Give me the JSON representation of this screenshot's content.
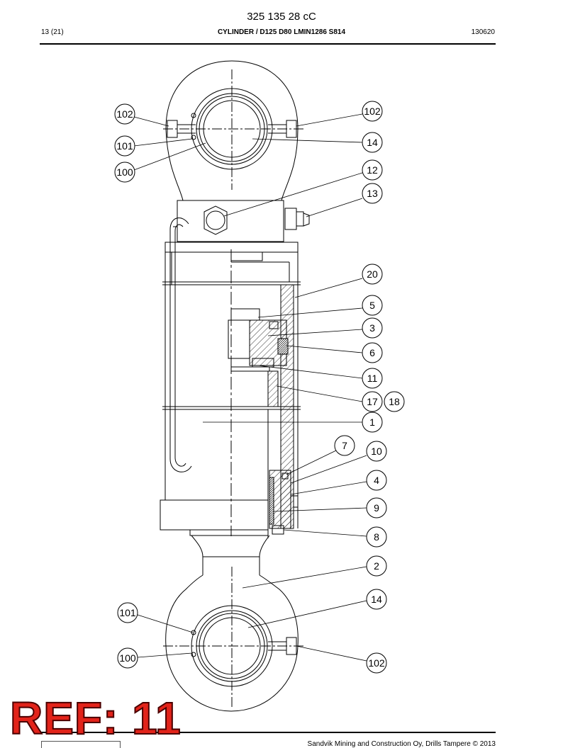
{
  "header": {
    "doc_number": "325 135 28 cC",
    "page": "13 (21)",
    "title": "CYLINDER / D125 D80 LMIN1286 S814",
    "date": "130620"
  },
  "callouts": {
    "c102a": "102",
    "c101a": "101",
    "c100a": "100",
    "c102b": "102",
    "c14a": "14",
    "c12": "12",
    "c13": "13",
    "c20": "20",
    "c5": "5",
    "c3": "3",
    "c6": "6",
    "c11": "11",
    "c17": "17",
    "c18": "18",
    "c1": "1",
    "c7": "7",
    "c10": "10",
    "c4": "4",
    "c9": "9",
    "c8": "8",
    "c2": "2",
    "c14b": "14",
    "c101b": "101",
    "c100b": "100",
    "c102c": "102"
  },
  "stamp": {
    "text": "REF: 11",
    "color": "#e2231a"
  },
  "footer": {
    "copyright": "Sandvik Mining and Construction Oy, Drills Tampere © 2013"
  }
}
